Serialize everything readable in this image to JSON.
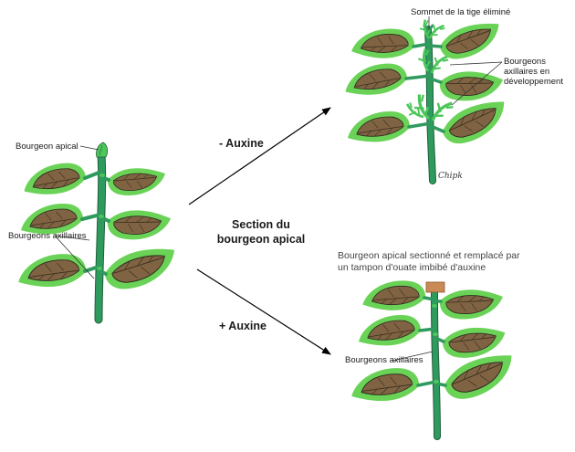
{
  "labels": {
    "bourgeon_apical": "Bourgeon apical",
    "bourgeons_axillaires_left": "Bourgeons axillaires",
    "minus_auxine": "- Auxine",
    "section_line1": "Section du",
    "section_line2": "bourgeon apical",
    "plus_auxine": "+ Auxine",
    "sommet_elimine": "Sommet de la tige éliminé",
    "developpement_line1": "Bourgeons",
    "developpement_line2": "axillaires en",
    "developpement_line3": "développement",
    "sectionne_line1": "Bourgeon apical sectionné et remplacé par",
    "sectionne_line2": "un tampon d'ouate imbibé d'auxine",
    "bourgeons_axillaires_right": "Bourgeons axillaires",
    "signature": "Chipk"
  },
  "colors": {
    "leaf_outer": "#6ad357",
    "leaf_inner": "#806342",
    "stem": "#2f9a5e",
    "stem_edge": "#1f5f3a",
    "bud": "#4cc65a",
    "cotton_plug": "#c98a55",
    "arrow": "#000000"
  }
}
